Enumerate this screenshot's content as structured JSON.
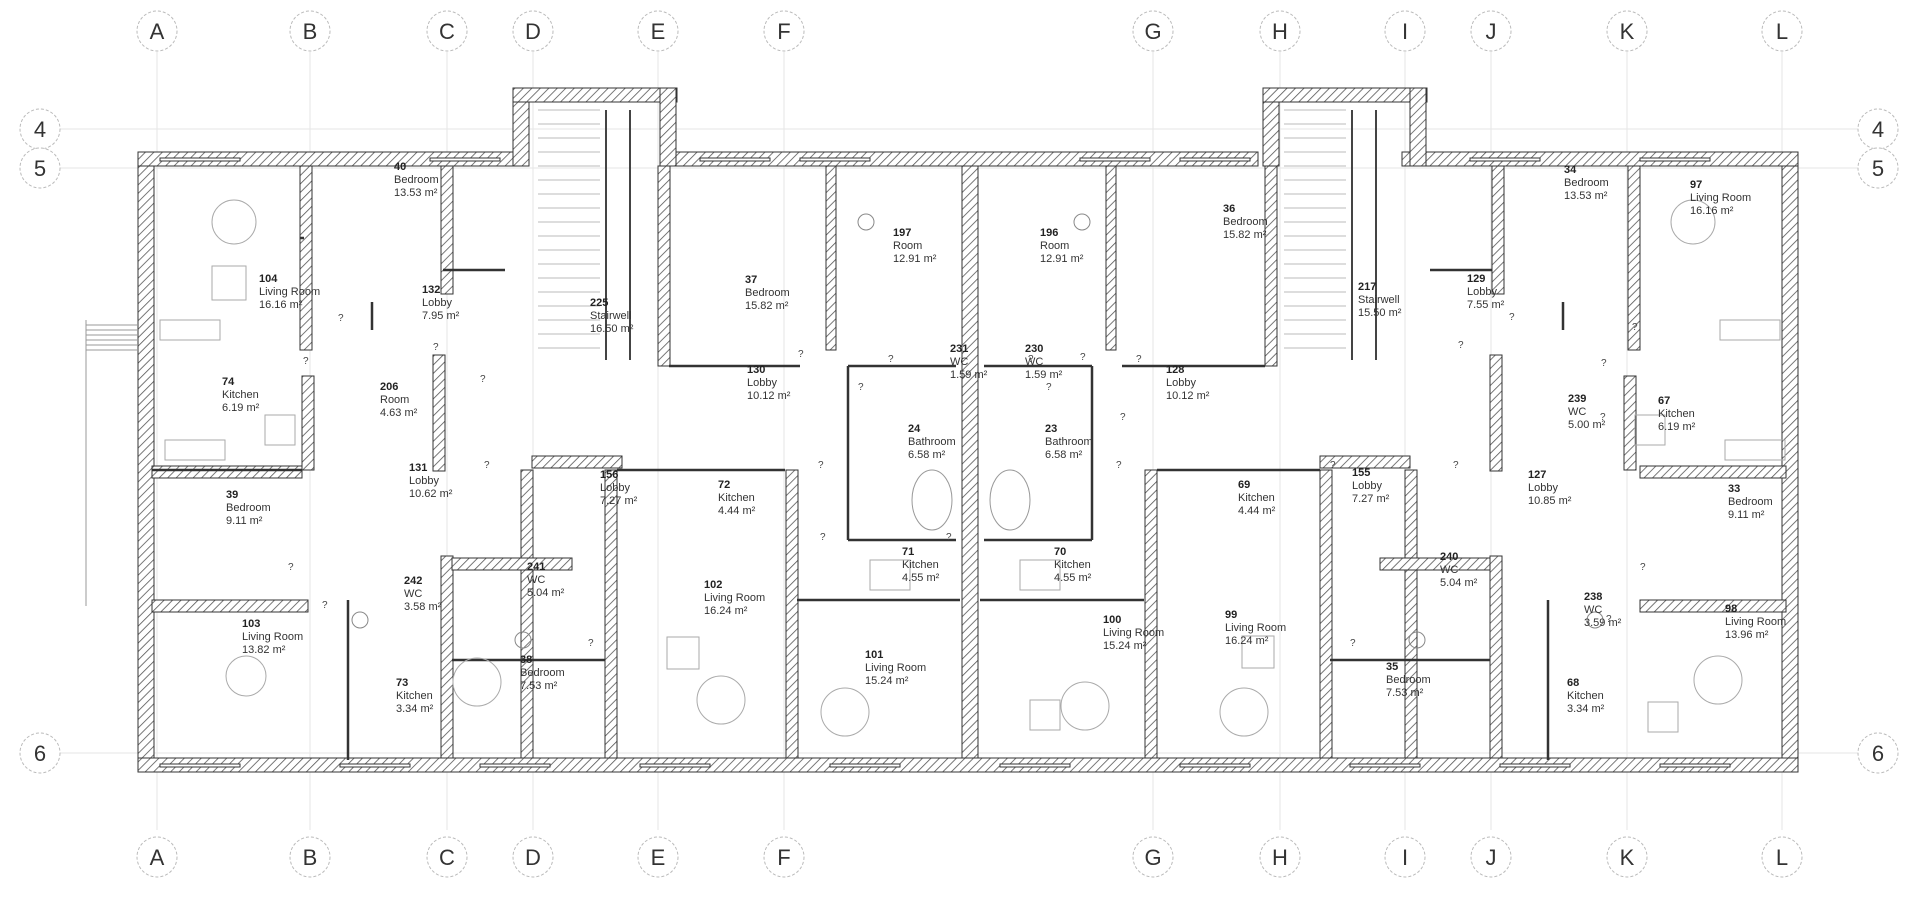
{
  "grid": {
    "columns": [
      "A",
      "B",
      "C",
      "D",
      "E",
      "F",
      "G",
      "H",
      "I",
      "J",
      "K",
      "L"
    ],
    "rows": [
      "4",
      "5",
      "6"
    ]
  },
  "rooms": [
    {
      "num": "40",
      "name": "Bedroom",
      "area": "13.53 m²"
    },
    {
      "num": "104",
      "name": "Living Room",
      "area": "16.16 m²"
    },
    {
      "num": "132",
      "name": "Lobby",
      "area": "7.95 m²"
    },
    {
      "num": "74",
      "name": "Kitchen",
      "area": "6.19 m²"
    },
    {
      "num": "206",
      "name": "Room",
      "area": "4.63 m²"
    },
    {
      "num": "225",
      "name": "Stairwell",
      "area": "16.50 m²"
    },
    {
      "num": "37",
      "name": "Bedroom",
      "area": "15.82 m²"
    },
    {
      "num": "197",
      "name": "Room",
      "area": "12.91 m²"
    },
    {
      "num": "196",
      "name": "Room",
      "area": "12.91 m²"
    },
    {
      "num": "36",
      "name": "Bedroom",
      "area": "15.82 m²"
    },
    {
      "num": "217",
      "name": "Stairwell",
      "area": "15.50 m²"
    },
    {
      "num": "34",
      "name": "Bedroom",
      "area": "13.53 m²"
    },
    {
      "num": "97",
      "name": "Living Room",
      "area": "16.16 m²"
    },
    {
      "num": "129",
      "name": "Lobby",
      "area": "7.55 m²"
    },
    {
      "num": "130",
      "name": "Lobby",
      "area": "10.12 m²"
    },
    {
      "num": "231",
      "name": "WC",
      "area": "1.59 m²"
    },
    {
      "num": "230",
      "name": "WC",
      "area": "1.59 m²"
    },
    {
      "num": "128",
      "name": "Lobby",
      "area": "10.12 m²"
    },
    {
      "num": "67",
      "name": "Kitchen",
      "area": "6.19 m²"
    },
    {
      "num": "239",
      "name": "WC",
      "area": "5.00 m²"
    },
    {
      "num": "24",
      "name": "Bathroom",
      "area": "6.58 m²"
    },
    {
      "num": "23",
      "name": "Bathroom",
      "area": "6.58 m²"
    },
    {
      "num": "131",
      "name": "Lobby",
      "area": "10.62 m²"
    },
    {
      "num": "39",
      "name": "Bedroom",
      "area": "9.11 m²"
    },
    {
      "num": "156",
      "name": "Lobby",
      "area": "7.27 m²"
    },
    {
      "num": "72",
      "name": "Kitchen",
      "area": "4.44 m²"
    },
    {
      "num": "69",
      "name": "Kitchen",
      "area": "4.44 m²"
    },
    {
      "num": "155",
      "name": "Lobby",
      "area": "7.27 m²"
    },
    {
      "num": "127",
      "name": "Lobby",
      "area": "10.85 m²"
    },
    {
      "num": "33",
      "name": "Bedroom",
      "area": "9.11 m²"
    },
    {
      "num": "71",
      "name": "Kitchen",
      "area": "4.55 m²"
    },
    {
      "num": "70",
      "name": "Kitchen",
      "area": "4.55 m²"
    },
    {
      "num": "241",
      "name": "WC",
      "area": "5.04 m²"
    },
    {
      "num": "240",
      "name": "WC",
      "area": "5.04 m²"
    },
    {
      "num": "242",
      "name": "WC",
      "area": "3.58 m²"
    },
    {
      "num": "238",
      "name": "WC",
      "area": "3.59 m²"
    },
    {
      "num": "102",
      "name": "Living Room",
      "area": "16.24 m²"
    },
    {
      "num": "99",
      "name": "Living Room",
      "area": "16.24 m²"
    },
    {
      "num": "103",
      "name": "Living Room",
      "area": "13.82 m²"
    },
    {
      "num": "98",
      "name": "Living Room",
      "area": "13.96 m²"
    },
    {
      "num": "101",
      "name": "Living Room",
      "area": "15.24 m²"
    },
    {
      "num": "100",
      "name": "Living Room",
      "area": "15.24 m²"
    },
    {
      "num": "38",
      "name": "Bedroom",
      "area": "7.53 m²"
    },
    {
      "num": "35",
      "name": "Bedroom",
      "area": "7.53 m²"
    },
    {
      "num": "73",
      "name": "Kitchen",
      "area": "3.34 m²"
    },
    {
      "num": "68",
      "name": "Kitchen",
      "area": "3.34 m²"
    }
  ],
  "door_marks": [
    "?",
    "?",
    "?",
    "?",
    "?",
    "?",
    "?",
    "?",
    "?",
    "?",
    "?",
    "?",
    "?",
    "?",
    "?",
    "?",
    "?",
    "?",
    "?",
    "?",
    "?",
    "?",
    "?",
    "?",
    "?",
    "?",
    "?",
    "?",
    "?",
    "?"
  ]
}
